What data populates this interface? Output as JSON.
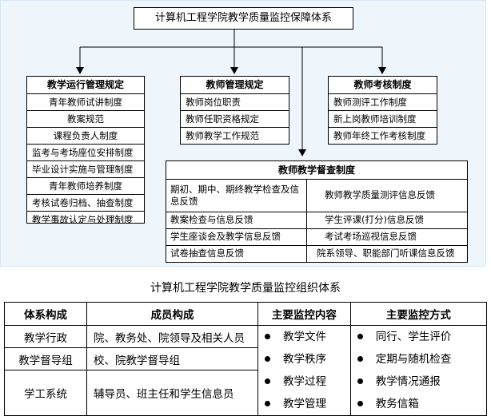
{
  "top_title": "计算机工程学院教学质量监控保障体系",
  "col1": {
    "header": "教学运行管理规定",
    "items": [
      "青年教师试讲制度",
      "教案规范",
      "课程负责人制度",
      "监考与考场座位安排制度",
      "毕业设计实施与管理制度",
      "青年教师培养制度",
      "考核试卷归档、抽查制度",
      "教学事故认定与处理制度"
    ]
  },
  "col2": {
    "header": "教师管理规定",
    "items": [
      "教师岗位职责",
      "教师任职资格规定",
      "教师教学工作规范"
    ]
  },
  "col3": {
    "header": "教师考核制度",
    "items": [
      "教师测评工作制度",
      "新上岗教师培训制度",
      "教师年终工作考核制度"
    ]
  },
  "supervision": {
    "header": "教师教学督查制度",
    "rows": [
      [
        "期初、期中、期终教学检查及信息反馈",
        "教师教学质量测评信息反馈"
      ],
      [
        "教案检查与信息反馈",
        "学生评课(打分)信息反馈"
      ],
      [
        "学生座谈会及教学信息反馈",
        "考试考场巡视信息反馈"
      ],
      [
        "试卷抽查信息反馈",
        "院系领导、职能部门听课信息反馈"
      ]
    ]
  },
  "org": {
    "title": "计算机工程学院教学质量监控组织体系",
    "headers": [
      "体系构成",
      "成员构成",
      "主要监控内容",
      "主要监控方式"
    ],
    "rows": [
      {
        "system": "教学行政",
        "members": "院、教务处、院领导及相关人员"
      },
      {
        "system": "教学督导组",
        "members": "校、院教学督导组"
      },
      {
        "system": "学工系统",
        "members": "辅导员、班主任和学生信息员"
      }
    ],
    "contents": [
      "教学文件",
      "教学秩序",
      "教学过程",
      "教学管理"
    ],
    "methods": [
      "同行、学生评价",
      "定期与随机检查",
      "教学情况通报",
      "教务信箱"
    ]
  }
}
